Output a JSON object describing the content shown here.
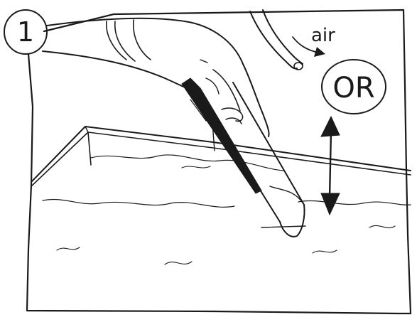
{
  "panel": {
    "number": "1",
    "option_word": "OR",
    "air_label": "air"
  },
  "colors": {
    "ink": "#1a1a1a",
    "paper": "#ffffff"
  }
}
